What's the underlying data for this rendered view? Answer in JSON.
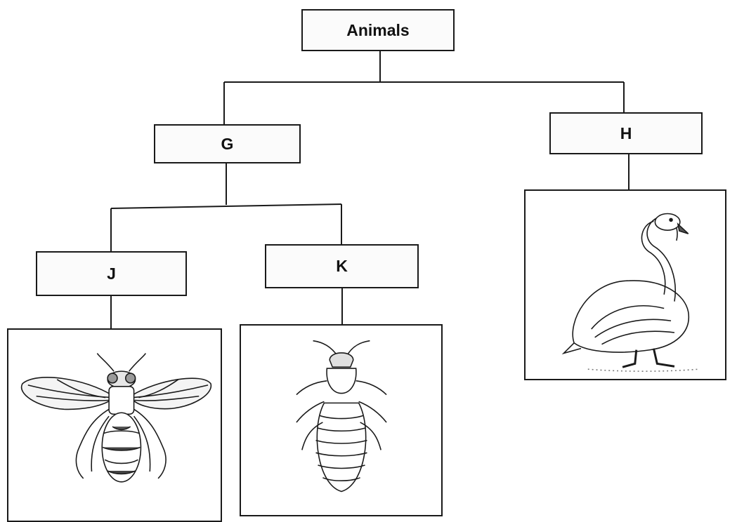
{
  "nodes": {
    "root": "Animals",
    "g": "G",
    "h": "H",
    "j": "J",
    "k": "K"
  },
  "pictures": {
    "j": "fly-icon",
    "k": "termite-icon",
    "h": "swan-icon"
  },
  "colors": {
    "ink": "#1a1a1a",
    "background": "#ffffff"
  }
}
